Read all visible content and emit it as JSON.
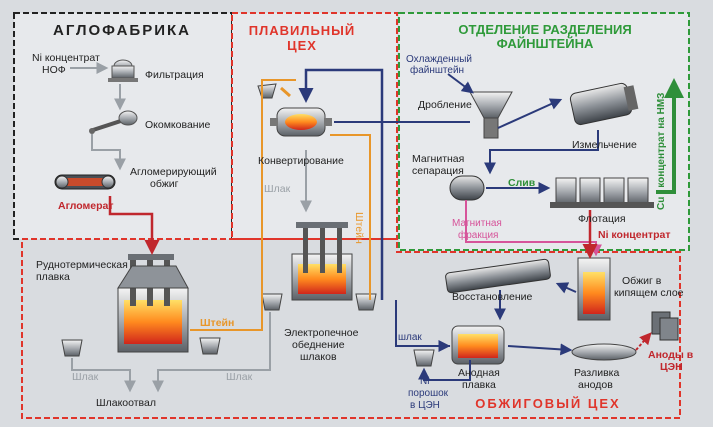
{
  "sections": {
    "aglo": "АГЛОФАБРИКА",
    "smelt_1": "ПЛАВИЛЬНЫЙ",
    "smelt_2": "ЦЕХ",
    "sep_1": "ОТДЕЛЕНИЕ  РАЗДЕЛЕНИЯ",
    "sep_2": "ФАЙНШТЕЙНА",
    "roast": "ОБЖИГОВЫЙ  ЦЕХ"
  },
  "labels": {
    "ni_conc_1": "Ni концентрат",
    "ni_conc_2": "НОФ",
    "filtration": "Фильтрация",
    "pelletizing": "Окомкование",
    "aglo_roast_1": "Агломерирующий",
    "aglo_roast_2": "обжиг",
    "aglomerate": "Агломерат",
    "ore_smelt_1": "Руднотермическая",
    "ore_smelt_2": "плавка",
    "matte_a": "Штейн",
    "slag_a": "Шлак",
    "slag_b": "Шлак",
    "slag_dump": "Шлакоотвал",
    "conversion": "Конвертирование",
    "slag_c": "Шлак",
    "matte_b": "Штейн",
    "elec_1": "Электропечное",
    "elec_2": "обеднение",
    "elec_3": "шлаков",
    "cooled_1": "Охлажденный",
    "cooled_2": "файнштейн",
    "crushing": "Дробление",
    "grinding": "Измельчение",
    "mag_sep_1": "Магнитная",
    "mag_sep_2": "сепарация",
    "drain": "Слив",
    "flotation": "Флотация",
    "mag_frac_1": "Магнитная",
    "mag_frac_2": "фракция",
    "ni_conc_b": "Ni концентрат",
    "cu_conc": "Cu - концентрат на НМЗ",
    "reduction": "Восстановление",
    "fluid_1": "Обжиг в",
    "fluid_2": "кипящем слое",
    "slag_d": "шлак",
    "anode_smelt_1": "Анодная",
    "anode_smelt_2": "плавка",
    "anode_cast_1": "Разливка",
    "anode_cast_2": "анодов",
    "anodes_1": "Аноды в",
    "anodes_2": "ЦЭН",
    "ni_pow_1": "Ni",
    "ni_pow_2": "порошок",
    "ni_pow_3": "в ЦЭН"
  },
  "colors": {
    "aglo_border": "#222222",
    "smelt_border": "#e0352b",
    "sep_border": "#2f9a3a",
    "roast_border": "#e0352b",
    "flow_gray": "#9aa0a6",
    "flow_red": "#c0272d",
    "flow_orange": "#e8962a",
    "flow_navy": "#2b3a7a",
    "flow_green": "#2f8f3a",
    "flow_pink": "#d6549a"
  }
}
